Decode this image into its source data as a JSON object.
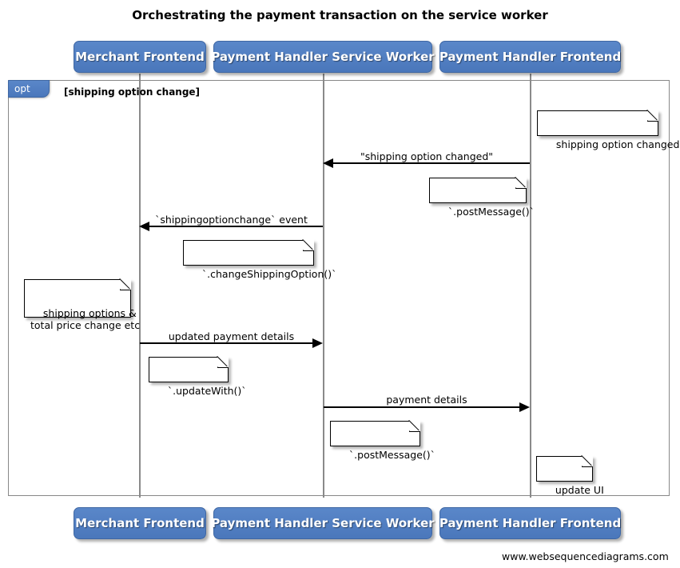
{
  "diagram": {
    "title": "Orchestrating the payment transaction on the service worker",
    "credit": "www.websequencediagrams.com",
    "accent_color": "#4f7fc4",
    "frame_border_color": "#888888",
    "line_color": "#000000"
  },
  "participants": [
    {
      "id": "merchant-frontend",
      "label": "Merchant Frontend"
    },
    {
      "id": "payment-handler-service-worker",
      "label": "Payment Handler Service Worker"
    },
    {
      "id": "payment-handler-frontend",
      "label": "Payment Handler Frontend"
    }
  ],
  "fragment": {
    "operator": "opt",
    "condition": "[shipping option change]"
  },
  "messages": [
    {
      "id": "msg-shipping-option-changed",
      "label": "\"shipping option changed\"",
      "from": "payment-handler-frontend",
      "to": "payment-handler-service-worker",
      "direction": "left"
    },
    {
      "id": "msg-shippingoptionchange-event",
      "label": "`shippingoptionchange` event",
      "from": "payment-handler-service-worker",
      "to": "merchant-frontend",
      "direction": "left"
    },
    {
      "id": "msg-updated-payment-details",
      "label": "updated payment details",
      "from": "merchant-frontend",
      "to": "payment-handler-service-worker",
      "direction": "right"
    },
    {
      "id": "msg-payment-details",
      "label": "payment details",
      "from": "payment-handler-service-worker",
      "to": "payment-handler-frontend",
      "direction": "right"
    }
  ],
  "notes": [
    {
      "id": "note-shipping-option-changed",
      "text": "shipping option changed"
    },
    {
      "id": "note-post-message-1",
      "text": "`.postMessage()`"
    },
    {
      "id": "note-change-shipping-option",
      "text": "`.changeShippingOption()`"
    },
    {
      "id": "note-shipping-options-total-price",
      "text": "shipping options &\ntotal price change etc"
    },
    {
      "id": "note-update-with",
      "text": "`.updateWith()`"
    },
    {
      "id": "note-post-message-2",
      "text": "`.postMessage()`"
    },
    {
      "id": "note-update-ui",
      "text": "update UI"
    }
  ]
}
